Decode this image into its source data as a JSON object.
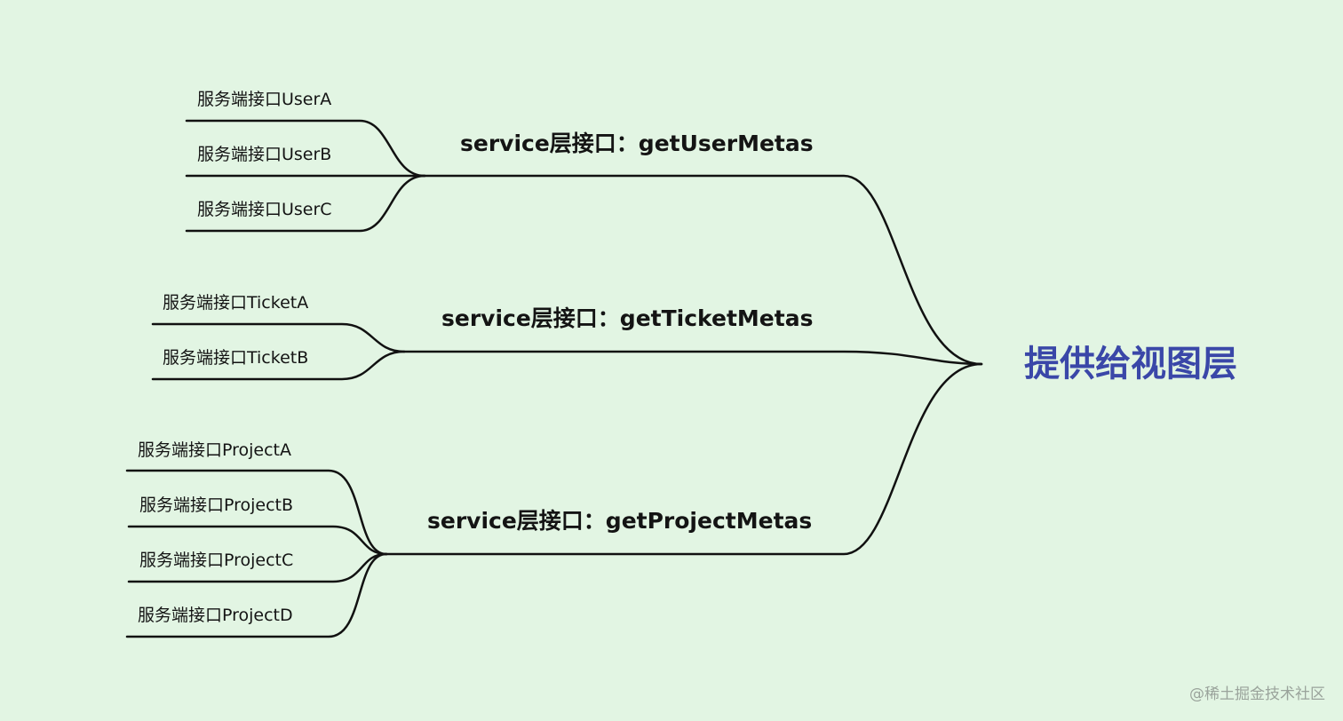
{
  "root": {
    "label": "提供给视图层",
    "color": "#3a47a8"
  },
  "branches": [
    {
      "label": "service层接口：getUserMetas",
      "leaves": [
        "服务端接口UserA",
        "服务端接口UserB",
        "服务端接口UserC"
      ]
    },
    {
      "label": "service层接口：getTicketMetas",
      "leaves": [
        "服务端接口TicketA",
        "服务端接口TicketB"
      ]
    },
    {
      "label": "service层接口：getProjectMetas",
      "leaves": [
        "服务端接口ProjectA",
        "服务端接口ProjectB",
        "服务端接口ProjectC",
        "服务端接口ProjectD"
      ]
    }
  ],
  "watermark": "@稀土掘金技术社区",
  "colors": {
    "background": "#e2f5e3",
    "line": "#111111",
    "text": "#141414",
    "watermark": "#9aa39b"
  }
}
